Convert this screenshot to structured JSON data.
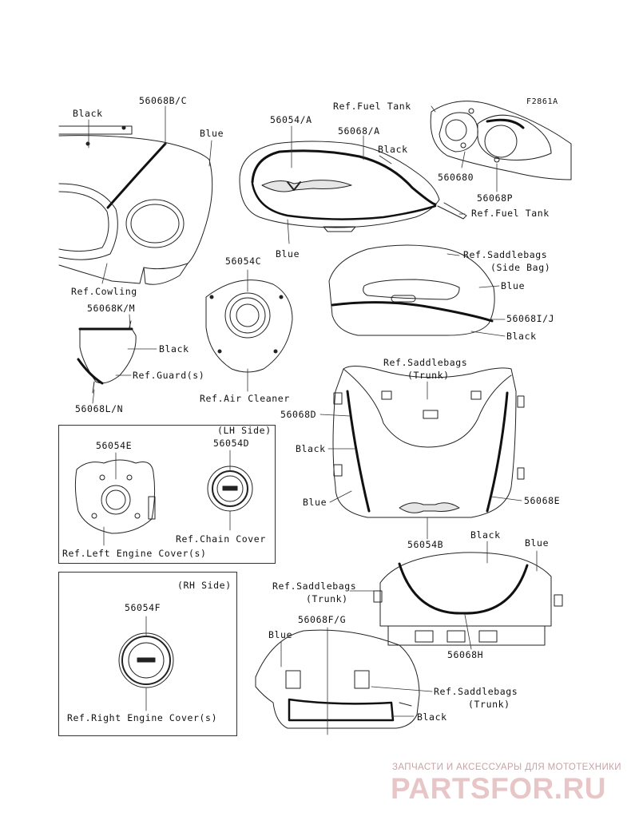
{
  "figure_code": "F2861A",
  "watermark": {
    "line1": "ЗАПЧАСТИ И АКСЕССУАРЫ ДЛЯ МОТОТЕХНИКИ",
    "line2": "PARTSFOR.RU"
  },
  "labels": {
    "black_cowl": "Black",
    "p56068bc": "56068B/C",
    "blue_cowl": "Blue",
    "ref_cowling": "Ref.Cowling",
    "p56054a": "56054/A",
    "p56068a": "56068/A",
    "black_tank": "Black",
    "ref_fuel_tank_top": "Ref.Fuel Tank",
    "p560680": "560680",
    "p56068p": "56068P",
    "ref_fuel_tank": "Ref.Fuel Tank",
    "blue_tank": "Blue",
    "p56054c": "56054C",
    "ref_saddlebags_side_1": "Ref.Saddlebags",
    "ref_saddlebags_side_2": "(Side Bag)",
    "blue_side": "Blue",
    "p56068ij": "56068I/J",
    "black_side": "Black",
    "p56068km": "56068K/M",
    "black_guard": "Black",
    "ref_guards": "Ref.Guard(s)",
    "p56068ln": "56068L/N",
    "ref_air_cleaner": "Ref.Air Cleaner",
    "ref_saddlebags_trunk_1": "Ref.Saddlebags",
    "ref_saddlebags_trunk_2": "(Trunk)",
    "p56068d": "56068D",
    "black_trunk": "Black",
    "blue_trunk": "Blue",
    "p56068e": "56068E",
    "p56054b": "56054B",
    "lh_side": "(LH Side)",
    "p56054e": "56054E",
    "p56054d": "56054D",
    "ref_chain_cover": "Ref.Chain Cover",
    "ref_left_engine_cover": "Ref.Left Engine Cover(s)",
    "black_trunk2": "Black",
    "blue_trunk2": "Blue",
    "ref_saddlebags_trunk2_1": "Ref.Saddlebags",
    "ref_saddlebags_trunk2_2": "(Trunk)",
    "p56068h": "56068H",
    "rh_side": "(RH Side)",
    "p56054f": "56054F",
    "p56068fg": "56068F/G",
    "blue_trunk3": "Blue",
    "ref_saddlebags_trunk3_1": "Ref.Saddlebags",
    "ref_saddlebags_trunk3_2": "(Trunk)",
    "black_trunk3": "Black",
    "ref_right_engine_cover": "Ref.Right Engine Cover(s)"
  }
}
